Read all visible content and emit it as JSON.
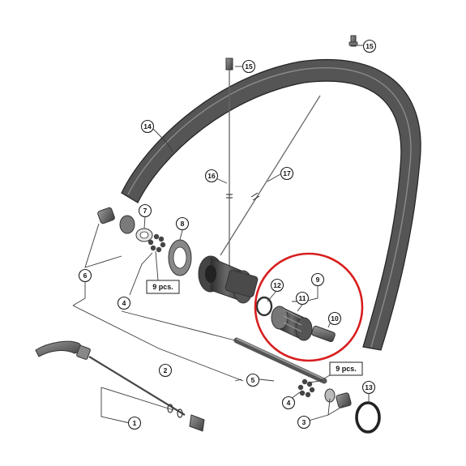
{
  "diagram": {
    "callouts": {
      "c1": "1",
      "c2": "2",
      "c3": "3",
      "c4a": "4",
      "c4b": "4",
      "c5": "5",
      "c6": "6",
      "c7": "7",
      "c8": "8",
      "c9": "9",
      "c10": "10",
      "c11": "11",
      "c12": "12",
      "c13": "13",
      "c14": "14",
      "c15a": "15",
      "c15b": "15",
      "c16": "16",
      "c17": "17"
    },
    "quantity_labels": {
      "front": "9 pcs.",
      "rear": "9 pcs."
    },
    "colors": {
      "highlight_circle": "#d81e1e",
      "rim": "#4a4a4a",
      "parts": "#5b5b5b"
    }
  }
}
